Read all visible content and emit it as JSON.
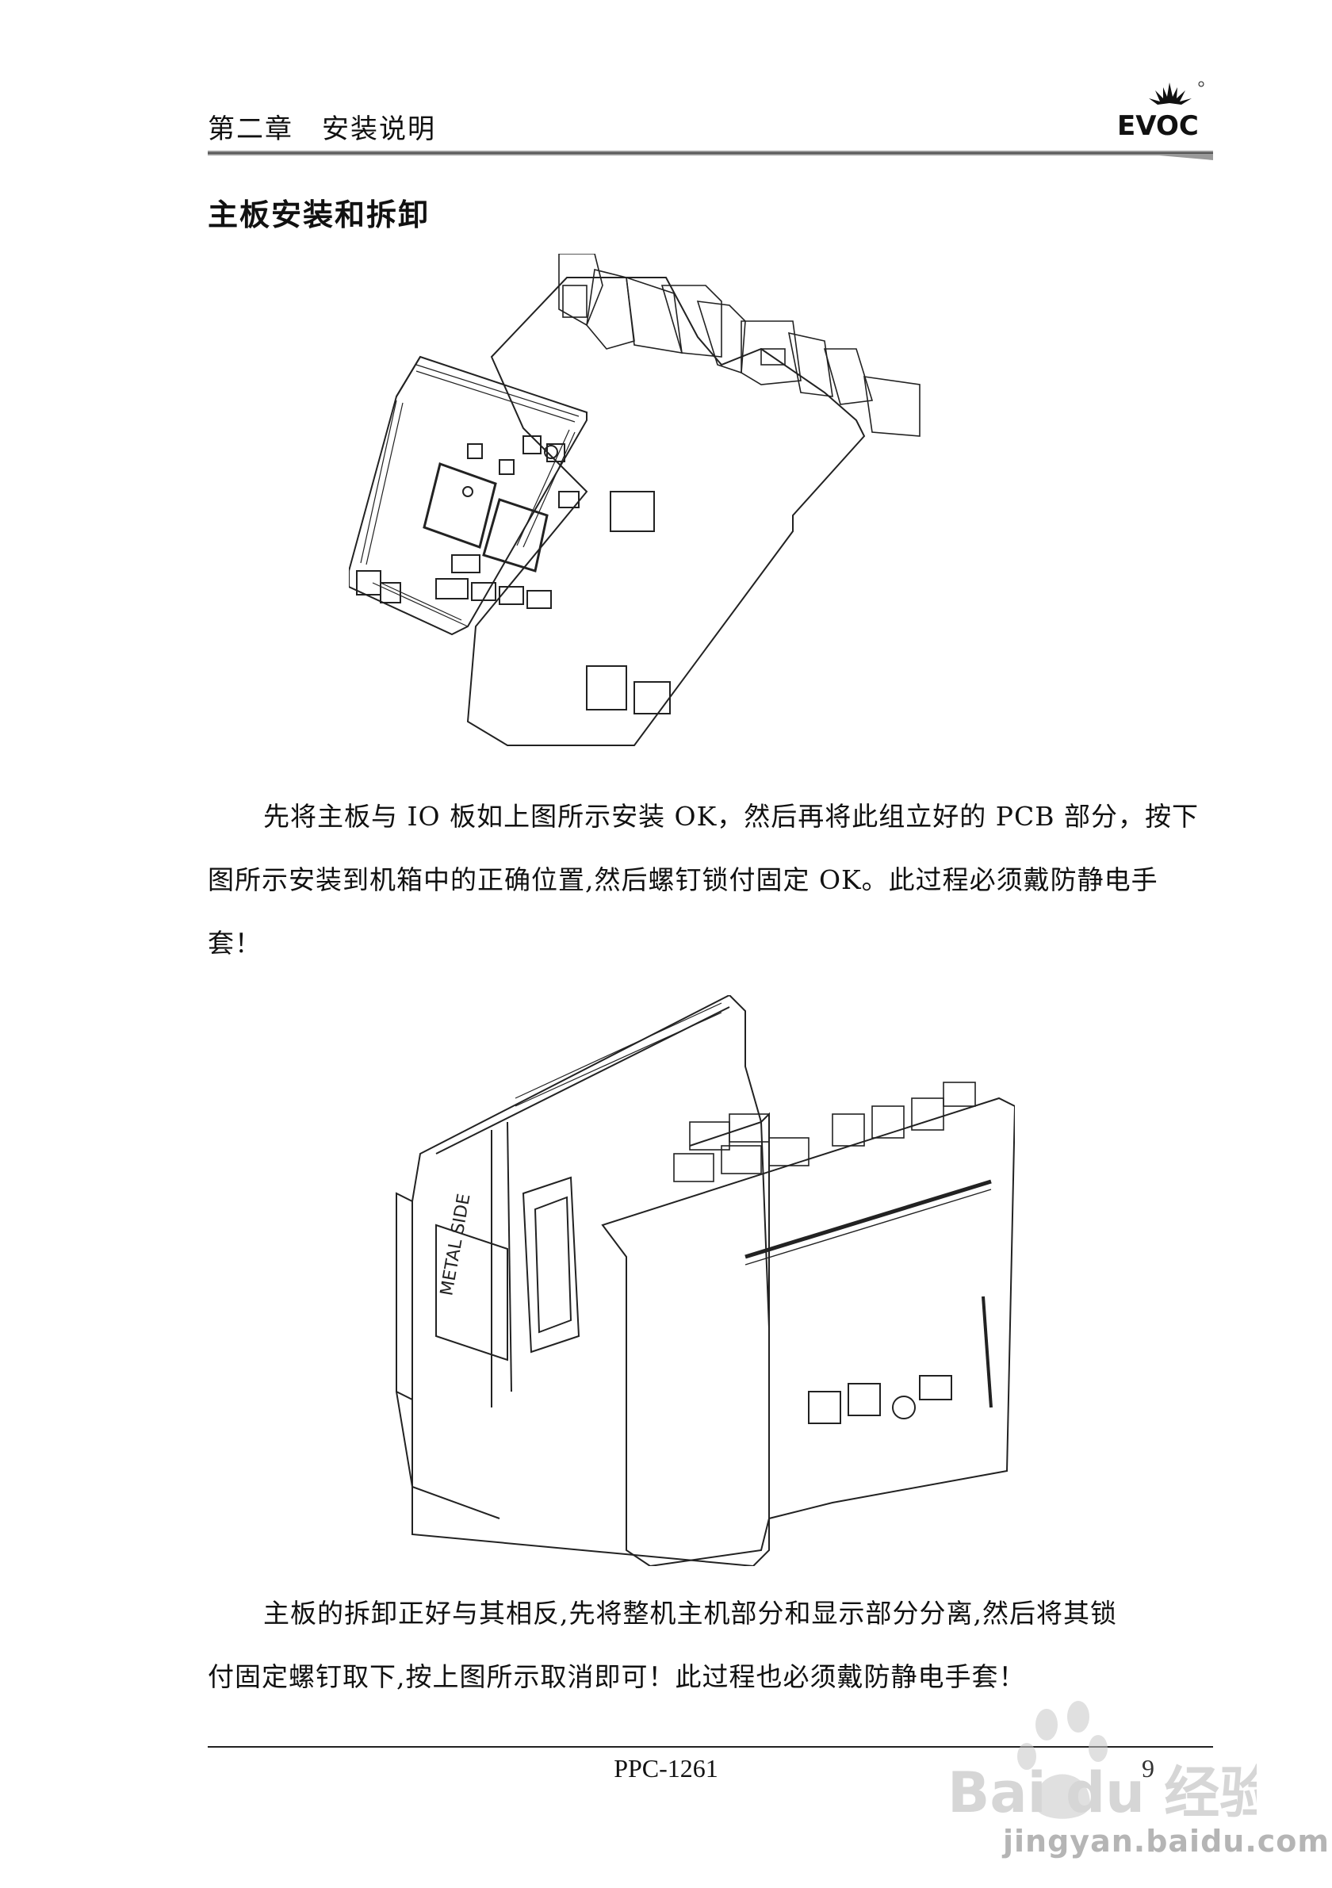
{
  "header": {
    "chapter_number": "第二章",
    "chapter_title": "安装说明",
    "logo_text": "EVOC"
  },
  "section_title": "主板安装和拆卸",
  "paragraphs": {
    "p1": {
      "line1": "先将主板与 IO 板如上图所示安装 OK，然后再将此组立好的 PCB 部分，按下",
      "line2": "图所示安装到机箱中的正确位置,然后螺钉锁付固定 OK。此过程必须戴防静电手",
      "line3": "套！"
    },
    "p2": {
      "line1": "主板的拆卸正好与其相反,先将整机主机部分和显示部分分离,然后将其锁",
      "line2": "付固定螺钉取下,按上图所示取消即可！此过程也必须戴防静电手套！"
    }
  },
  "figure2_label": "METAL SIDE",
  "footer": {
    "model": "PPC-1261",
    "page_number": "9"
  },
  "watermark": {
    "brand": "Bai du 经验",
    "site": "jingyan.baidu.com"
  },
  "colors": {
    "text": "#111111",
    "header_rule": "#888888",
    "line_art": "#222222",
    "watermark": "#b5b5b5"
  }
}
